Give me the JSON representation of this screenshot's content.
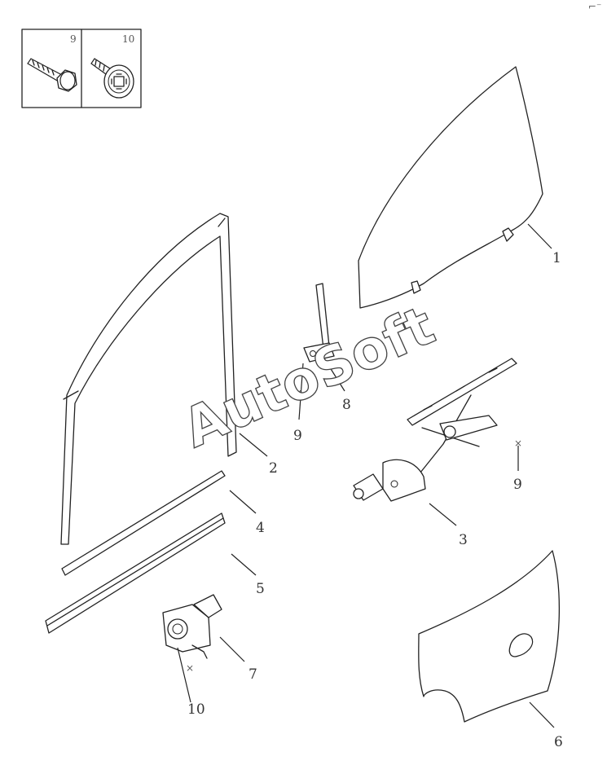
{
  "watermark": "AutoSoft",
  "corner_mark": "⌐⁻",
  "fastener_box": {
    "items": [
      {
        "number": "9",
        "icon": "hex-flange-bolt-icon"
      },
      {
        "number": "10",
        "icon": "torx-screw-icon"
      }
    ]
  },
  "callouts": {
    "glass": "1",
    "run_channel": "2",
    "regulator": "3",
    "outer_belt_strip": "4",
    "inner_belt_strip": "5",
    "vapor_barrier": "6",
    "motor": "7",
    "rear_guide": "8",
    "bolt_guide": "9",
    "bolt_regulator": "9",
    "screw_motor": "10"
  }
}
